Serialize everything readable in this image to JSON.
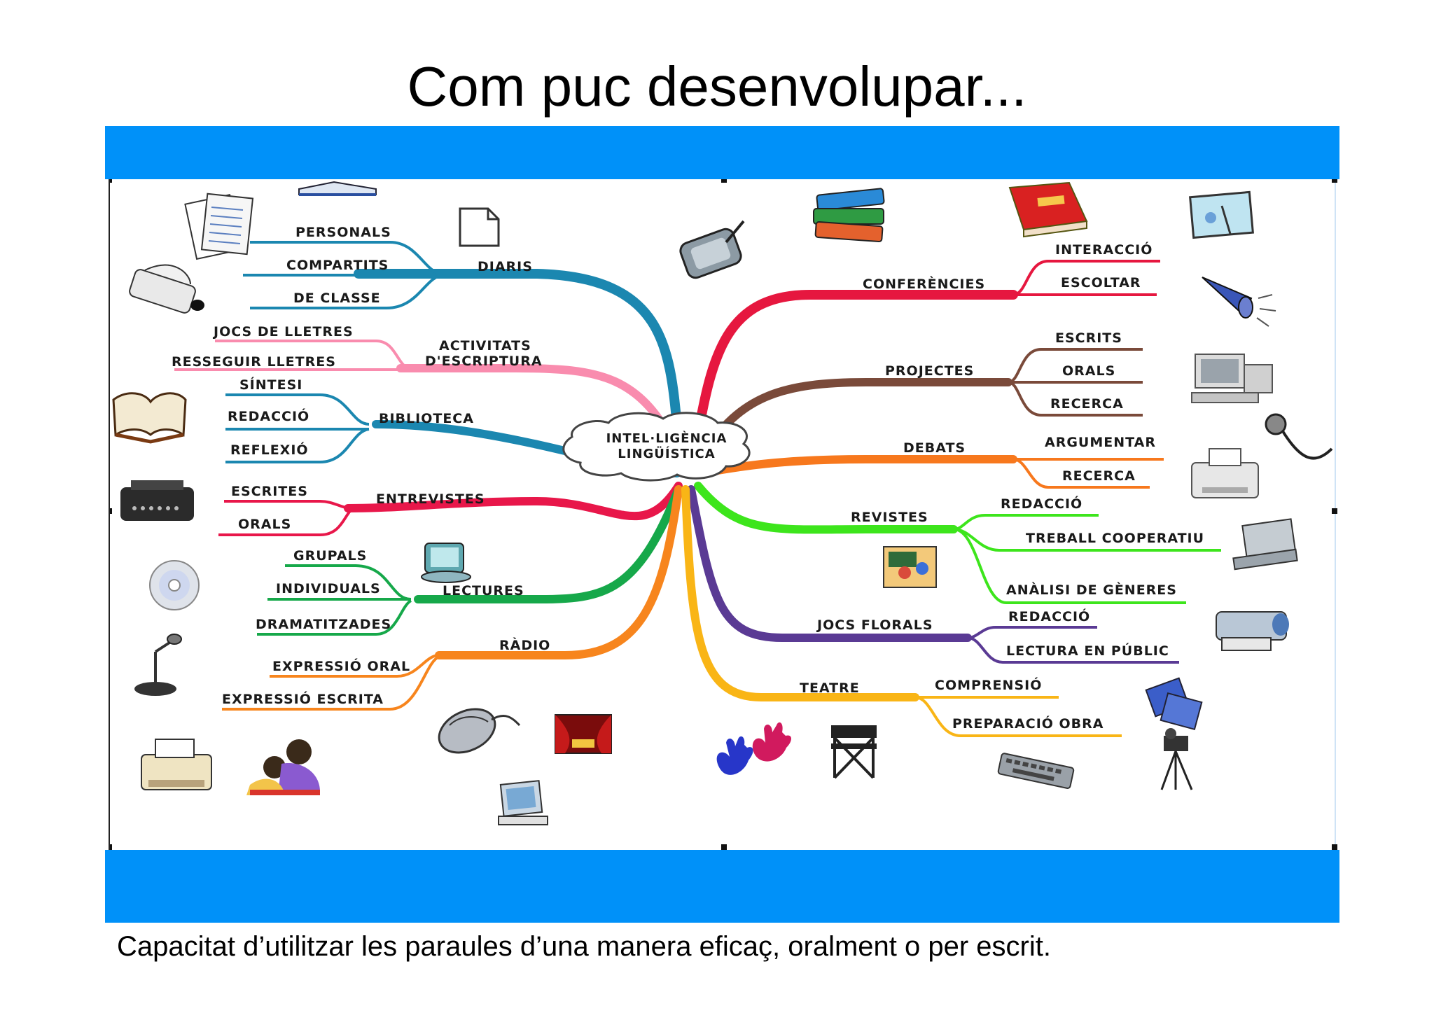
{
  "title": "Com puc desenvolupar...",
  "caption": "Capacitat d’utilitzar les paraules d’una manera eficaç, oralment o per escrit.",
  "colors": {
    "band": "#0091f9"
  },
  "center": {
    "line1": "INTEL·LIGÈNCIA",
    "line2": "LINGÜÍSTICA"
  },
  "branches": {
    "diaris": {
      "label": "DIARIS",
      "color": "#1b87b0",
      "subs": [
        "PERSONALS",
        "COMPARTITS",
        "DE CLASSE"
      ]
    },
    "activitats": {
      "label1": "ACTIVITATS",
      "label2": "D'ESCRIPTURA",
      "color": "#f98cae",
      "subs": [
        "JOCS DE LLETRES",
        "RESSEGUIR LLETRES"
      ]
    },
    "biblioteca": {
      "label": "BIBLIOTECA",
      "color": "#1b87b0",
      "subs": [
        "SÍNTESI",
        "REDACCIÓ",
        "REFLEXIÓ"
      ]
    },
    "entrevistes": {
      "label": "ENTREVISTES",
      "color": "#e8174a",
      "subs": [
        "ESCRITES",
        "ORALS"
      ]
    },
    "lectures": {
      "label": "LECTURES",
      "color": "#16a84a",
      "subs": [
        "GRUPALS",
        "INDIVIDUALS",
        "DRAMATITZADES"
      ]
    },
    "radio": {
      "label": "RÀDIO",
      "color": "#f7851d",
      "subs": [
        "EXPRESSIÓ ORAL",
        "EXPRESSIÓ ESCRITA"
      ]
    },
    "conferencies": {
      "label": "CONFERÈNCIES",
      "color": "#e6173f",
      "subs": [
        "INTERACCIÓ",
        "ESCOLTAR"
      ]
    },
    "projectes": {
      "label": "PROJECTES",
      "color": "#7a4a3a",
      "subs": [
        "ESCRITS",
        "ORALS",
        "RECERCA"
      ]
    },
    "debats": {
      "label": "DEBATS",
      "color": "#f7781d",
      "subs": [
        "ARGUMENTAR",
        "RECERCA"
      ]
    },
    "revistes": {
      "label": "REVISTES",
      "color": "#3de51c",
      "subs": [
        "REDACCIÓ",
        "TREBALL COOPERATIU",
        "ANÀLISI DE GÈNERES"
      ]
    },
    "jocs": {
      "label": "JOCS FLORALS",
      "color": "#5a3a94",
      "subs": [
        "REDACCIÓ",
        "LECTURA EN PÚBLIC"
      ]
    },
    "teatre": {
      "label": "TEATRE",
      "color": "#f9b516",
      "subs": [
        "COMPRENSIÓ",
        "PREPARACIÓ OBRA"
      ]
    }
  }
}
